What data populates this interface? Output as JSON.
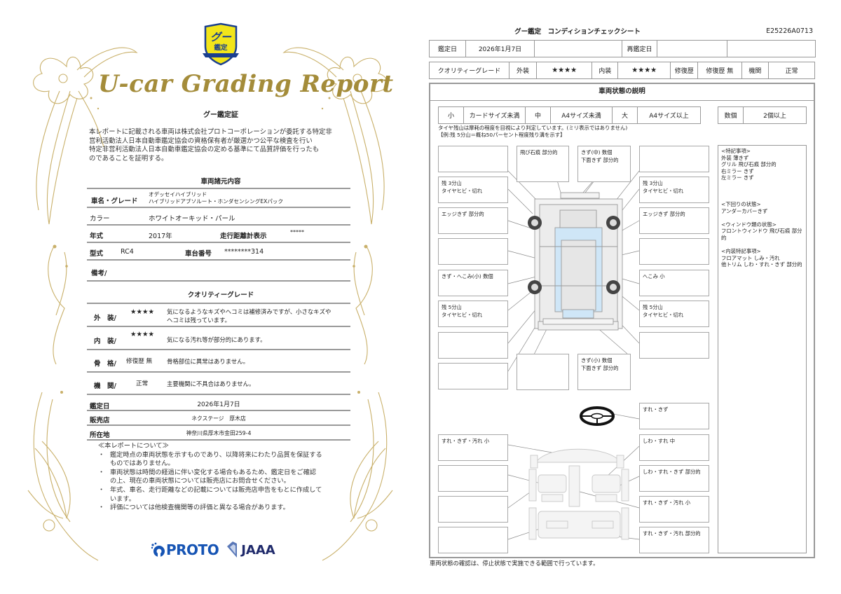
{
  "certificate": {
    "badge": {
      "line1": "グー",
      "line2": "鑑定"
    },
    "script_title": "U-car Grading Report",
    "heading": "グー鑑定証",
    "body_lines": [
      "本レポートに記載される車両は株式会社プロトコーポレーションが委託する特定非",
      "営利活動法人日本自動車鑑定協会の資格保有者が厳選かつ公平な検査を行い",
      "特定非営利活動法人日本自動車鑑定協会の定める基準にて品質評価を行ったも",
      "のであることを証明する。"
    ],
    "specs": {
      "title": "車両諸元内容",
      "name_label": "車名・グレード",
      "name_line1": "オデッセイハイブリッド",
      "name_line2": "ハイブリッドアブソルート・ホンダセンシングEXパック",
      "color_label": "カラー",
      "color_value": "ホワイトオーキッド・パール",
      "year_label": "年式",
      "year_value": "2017年",
      "odometer_label": "走行距離計表示",
      "odometer_value": "*****",
      "model_label": "型式",
      "model_value": "RC4",
      "chassis_label": "車台番号",
      "chassis_value": "********314",
      "remarks_label": "備考/"
    },
    "quality": {
      "title": "クオリティーグレード",
      "rows": [
        {
          "label": "外　装/",
          "grade": "★★★★",
          "desc_line1": "気になるようなキズやヘコミは補修済みですが、小さなキズや",
          "desc_line2": "ヘコミは残っています。"
        },
        {
          "label": "内　装/",
          "grade": "★★★★",
          "desc_line1": "気になる汚れ等が部分的にあります。",
          "desc_line2": ""
        },
        {
          "label": "骨　格/",
          "grade": "修復歴 無",
          "desc_line1": "骨格部位に異常はありません。",
          "desc_line2": ""
        },
        {
          "label": "機　関/",
          "grade": "正常",
          "desc_line1": "主要機関に不具合はありません。",
          "desc_line2": ""
        }
      ]
    },
    "inspection": {
      "date_label": "鑑定日",
      "date_value": "2026年1月7日",
      "dealer_label": "販売店",
      "dealer_value": "ネクステージ　厚木店",
      "address_label": "所在地",
      "address_value": "神奈川県厚木市金田259-4"
    },
    "notes": {
      "title": "≪本レポートについて≫",
      "items": [
        {
          "line1": "鑑定時点の車両状態を示すものであり、以降将来にわたり品質を保証する",
          "line2": "ものではありません。"
        },
        {
          "line1": "車両状態は時間の経過に伴い変化する場合もあるため、鑑定日をご確認",
          "line2": "の上、現在の車両状態については販売店にお問合せください。"
        },
        {
          "line1": "年式、車名、走行距離などの記載については販売店申告をもとに作成して",
          "line2": "います。"
        },
        {
          "line1": "評価については他検査機関等の評価と異なる場合があります。",
          "line2": ""
        }
      ]
    },
    "logos": {
      "proto": "PROTO",
      "jaaa": "JAAA"
    }
  },
  "sheet": {
    "title": "グー鑑定　コンディションチェックシート",
    "id": "E25226A0713",
    "row1": {
      "date_label": "鑑定日",
      "date_value": "2026年1月7日",
      "blank1": "",
      "redate_label": "再鑑定日",
      "redate_value": "",
      "blank2": ""
    },
    "row2": {
      "grade_label": "クオリティーグレード",
      "ext_label": "外装",
      "ext_value": "★★★★",
      "int_label": "内装",
      "int_value": "★★★★",
      "repair_label": "修復歴",
      "repair_value": "修復歴 無",
      "engine_label": "機関",
      "engine_value": "正常"
    },
    "section_title": "車両状態の説明",
    "legend": {
      "small": "小",
      "small_desc": "カードサイズ未満",
      "medium": "中",
      "medium_desc": "A4サイズ未満",
      "large": "大",
      "large_desc": "A4サイズ以上",
      "several": "数個",
      "several_desc": "2個以上"
    },
    "tire_note_line1": "タイヤ残山は摩耗の程度を目視により判定しています。(ミリ表示ではありません)",
    "tire_note_line2": "【例:残 5分山＝概ね50パーセント程度残り溝を示す】",
    "exterior_boxes": {
      "left": [
        {
          "line1": "",
          "line2": ""
        },
        {
          "line1": "残 3分山",
          "line2": "タイヤヒビ・切れ"
        },
        {
          "line1": "エッジきず 部分的",
          "line2": ""
        },
        {
          "line1": "",
          "line2": ""
        },
        {
          "line1": "きず・へこみ(小) 数個",
          "line2": ""
        },
        {
          "line1": "残 5分山",
          "line2": "タイヤヒビ・切れ"
        },
        {
          "line1": "",
          "line2": ""
        },
        {
          "line1": "",
          "line2": ""
        }
      ],
      "right": [
        {
          "line1": "",
          "line2": ""
        },
        {
          "line1": "残 3分山",
          "line2": "タイヤヒビ・切れ"
        },
        {
          "line1": "エッジきず 部分的",
          "line2": ""
        },
        {
          "line1": "",
          "line2": ""
        },
        {
          "line1": "へこみ 小",
          "line2": ""
        },
        {
          "line1": "残 5分山",
          "line2": "タイヤヒビ・切れ"
        },
        {
          "line1": "",
          "line2": ""
        }
      ],
      "top_center": {
        "line1": "飛び石痕 部分的",
        "line2": ""
      },
      "top_right": {
        "line1": "きず(中) 数個",
        "line2": "下面きず 部分的"
      },
      "bottom_center": {
        "line1": "",
        "line2": ""
      },
      "bottom_right": {
        "line1": "きず(小) 数個",
        "line2": "下面きず 部分的"
      }
    },
    "interior_boxes": {
      "left": [
        {
          "line1": "すれ・きず・汚れ 小"
        },
        {
          "line1": ""
        },
        {
          "line1": ""
        },
        {
          "line1": ""
        }
      ],
      "right": [
        {
          "line1": "すれ・きず"
        },
        {
          "line1": "しわ・すれ 中"
        },
        {
          "line1": "しわ・すれ・きず 部分的"
        },
        {
          "line1": "すれ・きず・汚れ 小"
        },
        {
          "line1": "すれ・きず・汚れ 部分的"
        }
      ]
    },
    "remarks": {
      "special_title": "<特記事項>",
      "special": [
        "外装 薄きず",
        "グリル 飛び石痕 部分的",
        "右ミラー きず",
        "左ミラー きず"
      ],
      "under_title": "<下回りの状態>",
      "under": [
        "アンダーカバーきず"
      ],
      "window_title": "<ウィンドウ類の状態>",
      "window": [
        "フロントウィンドウ 飛び石痕 部分的"
      ],
      "interior_title": "<内装特記事項>",
      "interior": [
        "フロアマット しみ・汚れ",
        "他トリム しわ・すれ・きず 部分的"
      ]
    },
    "footer_note": "車両状態の確認は、停止状態で実施できる範囲で行っています。"
  },
  "colors": {
    "gold": "#a48c3a",
    "border_gray": "#999999",
    "proto_blue": "#1654b4",
    "jaaa_navy": "#1f2a6b",
    "badge_yellow": "#f2e51a",
    "glass_blue": "#cfe6f7"
  }
}
